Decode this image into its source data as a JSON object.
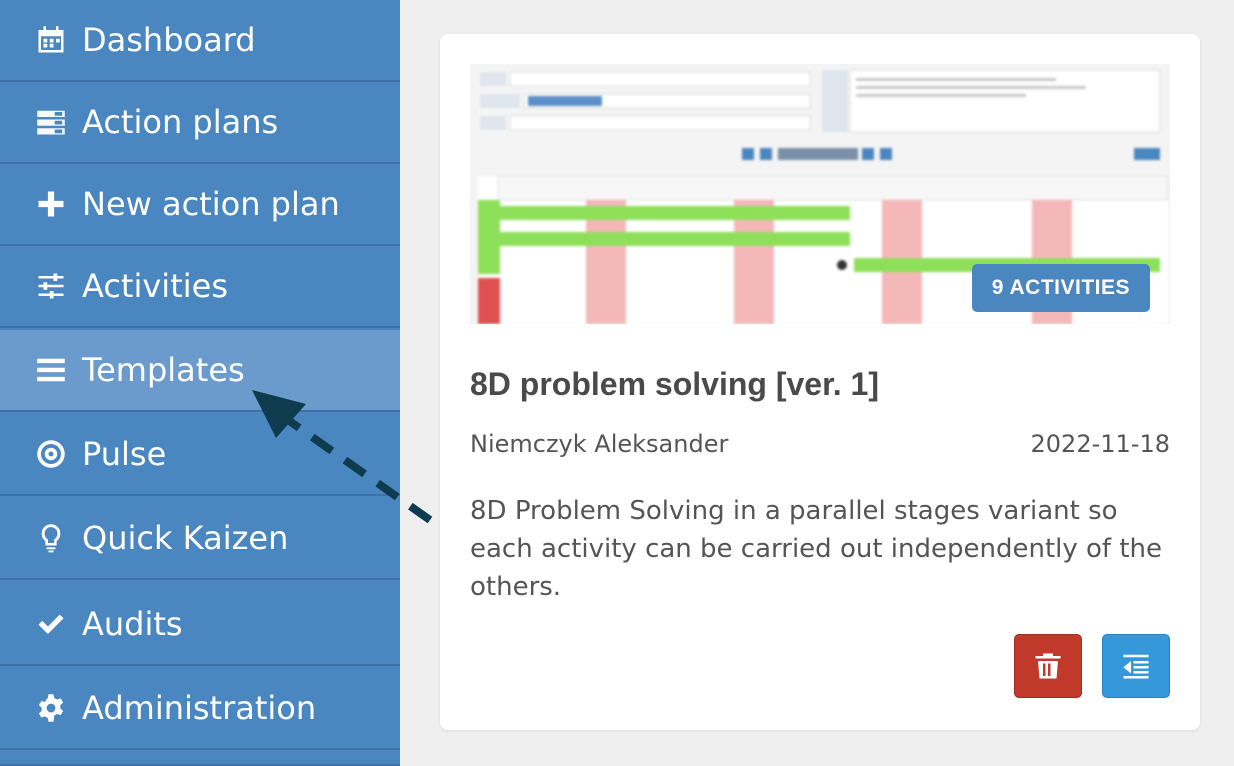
{
  "sidebar": {
    "items": [
      {
        "label": "Dashboard",
        "icon": "calendar-icon"
      },
      {
        "label": "Action plans",
        "icon": "list-icon"
      },
      {
        "label": "New action plan",
        "icon": "plus-icon"
      },
      {
        "label": "Activities",
        "icon": "sliders-icon"
      },
      {
        "label": "Templates",
        "icon": "bars-icon",
        "active": true
      },
      {
        "label": "Pulse",
        "icon": "target-icon"
      },
      {
        "label": "Quick Kaizen",
        "icon": "lightbulb-icon"
      },
      {
        "label": "Audits",
        "icon": "check-icon"
      },
      {
        "label": "Administration",
        "icon": "gear-icon"
      }
    ]
  },
  "card": {
    "badge": "9 ACTIVITIES",
    "title": "8D problem solving [ver. 1]",
    "author": "Niemczyk Aleksander",
    "date": "2022-11-18",
    "description": "8D Problem Solving in a parallel stages variant so each activity can be carried out independently of the others.",
    "actions": {
      "delete": "trash-icon",
      "open": "indent-icon"
    }
  },
  "colors": {
    "sidebar": "#4a86c0",
    "sidebar_active": "#6b9bcc",
    "badge": "#4a86c0",
    "delete_button": "#c0392b",
    "open_button": "#3498db",
    "arrow": "#0f3b4f"
  }
}
